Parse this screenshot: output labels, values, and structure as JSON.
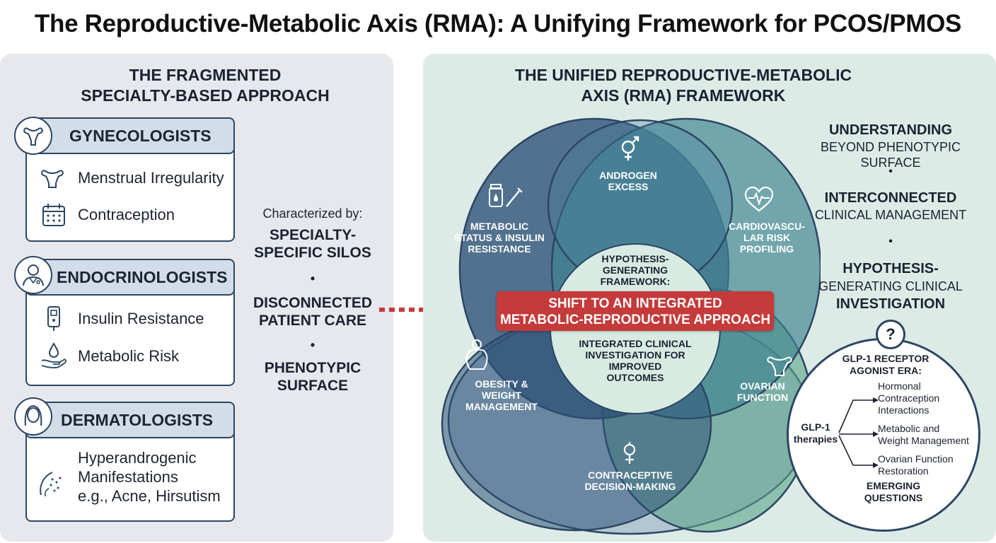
{
  "title": "The Reproductive-Metabolic Axis (RMA): A Unifying Framework for PCOS/PMOS",
  "left": {
    "heading_line1": "THE FRAGMENTED",
    "heading_line2": "SPECIALTY-BASED APPROACH",
    "cards": [
      {
        "name": "GYNECOLOGISTS",
        "icon": "uterus-icon",
        "items": [
          {
            "icon": "uterus-icon",
            "label": "Menstrual Irregularity"
          },
          {
            "icon": "calendar-icon",
            "label": "Contraception"
          }
        ]
      },
      {
        "name": "ENDOCRINOLOGISTS",
        "icon": "doctor-icon",
        "items": [
          {
            "icon": "glucose-meter-icon",
            "label": "Insulin Resistance"
          },
          {
            "icon": "drop-hand-icon",
            "label": "Metabolic Risk"
          }
        ]
      },
      {
        "name": "DERMATOLOGISTS",
        "icon": "woman-face-icon",
        "items": [
          {
            "icon": "skin-icon",
            "line1": "Hyperandrogenic",
            "line2": "Manifestations",
            "line3": "e.g., Acne, Hirsutism"
          }
        ]
      }
    ],
    "characterized_label": "Characterized by:",
    "characteristics": [
      {
        "line1": "SPECIALTY-",
        "line2": "SPECIFIC SILOS"
      },
      {
        "line1": "DISCONNECTED",
        "line2": "PATIENT CARE"
      },
      {
        "line1": "PHENOTYPIC",
        "line2": "SURFACE"
      }
    ],
    "bullet": "•"
  },
  "right": {
    "heading_line1": "THE UNIFIED REPRODUCTIVE-METABOLIC",
    "heading_line2": "AXIS (RMA) FRAMEWORK",
    "domains": [
      {
        "icon": "gender-symbol-icon",
        "line1": "ANDROGEN",
        "line2": "EXCESS"
      },
      {
        "icon": "medication-icon",
        "line1": "METABOLIC",
        "line2": "STATUS & INSULIN",
        "line3": "RESISTANCE"
      },
      {
        "icon": "heart-pulse-icon",
        "line1": "CARDIOVASCU-",
        "line2": "LAR RISK",
        "line3": "PROFILING"
      },
      {
        "icon": "body-icon",
        "line1": "OBESITY &",
        "line2": "WEIGHT",
        "line3": "MANAGEMENT"
      },
      {
        "icon": "uterus-icon",
        "line1": "OVARIAN",
        "line2": "FUNCTION"
      },
      {
        "icon": "contraceptive-symbol-icon",
        "line1": "CONTRACEPTIVE",
        "line2": "DECISION-MAKING"
      }
    ],
    "center": {
      "top_line1": "HYPOTHESIS-",
      "top_line2": "GENERATING",
      "top_line3": "FRAMEWORK:",
      "banner_line1": "SHIFT TO AN INTEGRATED",
      "banner_line2": "METABOLIC-REPRODUCTIVE APPROACH",
      "bottom_line1": "INTEGRATED CLINICAL",
      "bottom_line2": "INVESTIGATION FOR",
      "bottom_line3": "IMPROVED",
      "bottom_line4": "OUTCOMES"
    },
    "benefits": {
      "b1_bold": "UNDERSTANDING",
      "b1_normal": "BEYOND PHENOTYPIC SURFACE",
      "b2_bold": "INTERCONNECTED",
      "b2_normal": "CLINICAL MANAGEMENT",
      "b3_bold1": "HYPOTHESIS-",
      "b3_normal": "GENERATING CLINICAL",
      "b3_bold2": "INVESTIGATION"
    },
    "glp": {
      "question": "?",
      "heading_line1": "GLP-1 RECEPTOR",
      "heading_line2": "AGONIST ERA:",
      "source_line1": "GLP-1",
      "source_line2": "therapies",
      "targets": [
        {
          "line1": "Hormonal",
          "line2": "Contraception",
          "line3": "Interactions"
        },
        {
          "line1": "Metabolic and",
          "line2": "Weight Management"
        },
        {
          "line1": "Ovarian Function",
          "line2": "Restoration"
        }
      ],
      "footer_line1": "EMERGING",
      "footer_line2": "QUESTIONS"
    }
  },
  "colors": {
    "navy": "#2c4663",
    "banner_red": "#c53a3a",
    "left_panel_bg": "#e6e8ed",
    "right_panel_bg": "#ddebe7",
    "circle_dark_blue": "#2e5278",
    "circle_teal": "#3f8590",
    "circle_green": "#5aa488",
    "circle_light_blue": "#8fa9c2"
  }
}
